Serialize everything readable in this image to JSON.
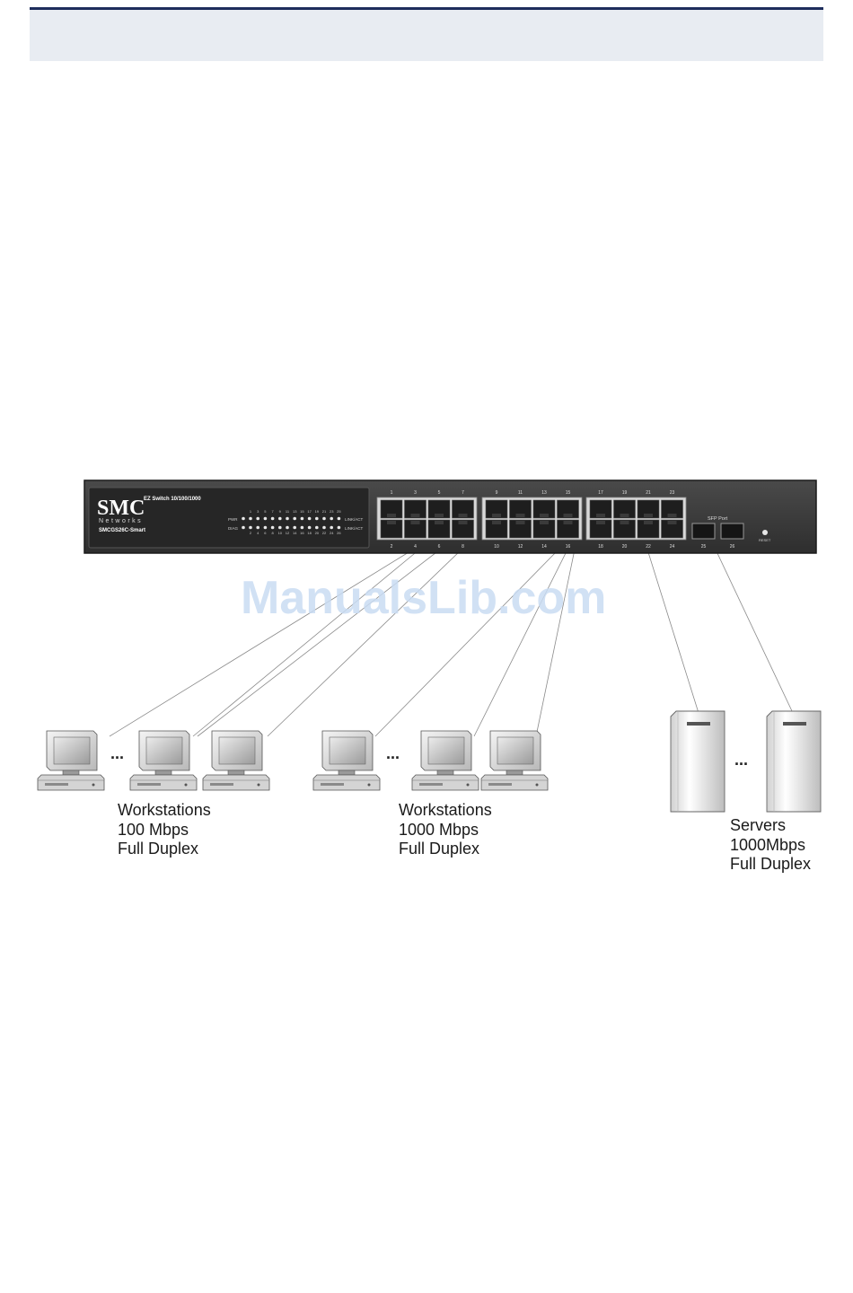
{
  "switch": {
    "brand": "SMC",
    "brand_sub": "Networks",
    "model": "SMCGS26C-Smart",
    "product_line": "EZ Switch 10/100/1000",
    "led_label_pwr": "PWR",
    "led_label_diag": "DIAG",
    "led_label_link": "LINK/ACT",
    "sfp_label": "SFP Port",
    "reset_label": "RESET",
    "led_numbers_top": [
      "1",
      "3",
      "5",
      "7",
      "9",
      "11",
      "13",
      "15",
      "17",
      "19",
      "21",
      "23",
      "25"
    ],
    "led_numbers_bottom": [
      "2",
      "4",
      "6",
      "8",
      "10",
      "12",
      "14",
      "16",
      "18",
      "20",
      "22",
      "24",
      "26"
    ],
    "port_numbers_top": [
      "1",
      "3",
      "5",
      "7",
      "9",
      "11",
      "13",
      "15",
      "17",
      "19",
      "21",
      "23"
    ],
    "port_numbers_bottom": [
      "2",
      "4",
      "6",
      "8",
      "10",
      "12",
      "14",
      "16",
      "18",
      "20",
      "22",
      "24"
    ],
    "sfp_numbers": [
      "25",
      "26"
    ]
  },
  "groups": [
    {
      "line1": "Workstations",
      "line2": "100 Mbps",
      "line3": "Full Duplex",
      "ellipsis": "..."
    },
    {
      "line1": "Workstations",
      "line2": "1000 Mbps",
      "line3": "Full Duplex",
      "ellipsis": "..."
    },
    {
      "line1": "Servers",
      "line2": "1000Mbps",
      "line3": "Full Duplex",
      "ellipsis": "..."
    }
  ],
  "watermark": "ManualsLib.com",
  "colors": {
    "chassis": "#3a3a3a",
    "panel": "#2a2a2a",
    "port_block": "#d9d9d9",
    "header_rule": "#1e2d5c",
    "watermark": "#c9dcf3"
  }
}
